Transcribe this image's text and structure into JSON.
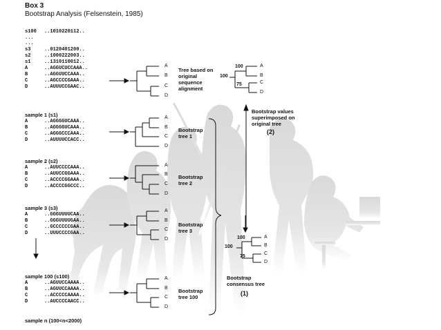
{
  "box": {
    "title": "Box 3",
    "subtitle": "Bootstrap Analysis (Felsenstein, 1985)"
  },
  "original": {
    "rows": [
      {
        "name": "s100",
        "seq": "..1010220112.."
      },
      {
        "name": "...",
        "seq": ""
      },
      {
        "name": "...",
        "seq": ""
      },
      {
        "name": "s3",
        "seq": "..0120401200.."
      },
      {
        "name": "s2",
        "seq": "..1000222003.."
      },
      {
        "name": "s1",
        "seq": "..1310110012.."
      },
      {
        "name": "A",
        "seq": "..AGGUCUCCAAA.."
      },
      {
        "name": "B",
        "seq": "..AGGUUCCAAA.."
      },
      {
        "name": "C",
        "seq": "..AGCCCCGAAA.."
      },
      {
        "name": "D",
        "seq": "..AUUUCCGAAC.."
      }
    ],
    "tree_label": "Tree based on original sequence alignment"
  },
  "samples": [
    {
      "title": "sample 1 (s1)",
      "rows": [
        {
          "name": "A",
          "seq": "..AGGGGUCAAA.."
        },
        {
          "name": "B",
          "seq": "..AGGGGUCAAA.."
        },
        {
          "name": "C",
          "seq": "..AGGGCCCAAA.."
        },
        {
          "name": "D",
          "seq": "..AUUUUCCACC.."
        }
      ],
      "tree_label": "Bootstrap tree 1"
    },
    {
      "title": "sample 2 (s2)",
      "rows": [
        {
          "name": "A",
          "seq": "..AUUCCCCAAA.."
        },
        {
          "name": "B",
          "seq": "..AUUCCGGAAA.."
        },
        {
          "name": "C",
          "seq": "..ACCCCGGAAA.."
        },
        {
          "name": "D",
          "seq": "..ACCCCGGCCC.."
        }
      ],
      "tree_label": "Bootstrap tree 2"
    },
    {
      "title": "sample 3 (s3)",
      "rows": [
        {
          "name": "A",
          "seq": "..GGGUUUUCAA.."
        },
        {
          "name": "B",
          "seq": "..GGGUUUUGAA.."
        },
        {
          "name": "C",
          "seq": "..GCCCCCCGAA.."
        },
        {
          "name": "D",
          "seq": "..UUUCCCCGAA.."
        }
      ],
      "tree_label": "Bootstrap tree 3"
    },
    {
      "title": "sample 100 (s100)",
      "rows": [
        {
          "name": "A",
          "seq": "..AGUUCCAAAA.."
        },
        {
          "name": "B",
          "seq": "..AGUUCCAAAA.."
        },
        {
          "name": "C",
          "seq": "..ACCCCCAAAA.."
        },
        {
          "name": "D",
          "seq": "..AUCCCCAACC.."
        }
      ],
      "tree_label": "Bootstrap tree 100"
    }
  ],
  "sample_n": "sample n (100<n<2000)",
  "tips": [
    "A",
    "B",
    "C",
    "D"
  ],
  "original_tree_values": {
    "ab": "100",
    "root": "100",
    "cd": "75"
  },
  "consensus_tree_values": {
    "ab": "100",
    "root": "100",
    "cd": "75"
  },
  "superimpose_label": "Bootstrap values superimposed on original tree",
  "superimpose_step": "(2)",
  "consensus_label": "Bootstrap consensus tree",
  "consensus_step": "(1)"
}
